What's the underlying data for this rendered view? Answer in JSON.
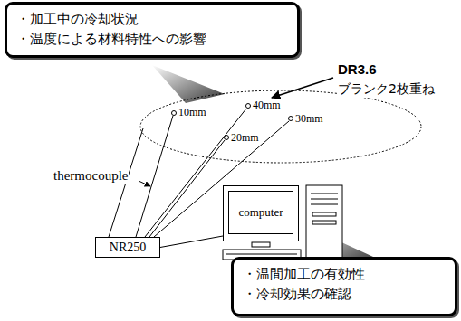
{
  "diagram": {
    "nodes": [
      {
        "text": [
          "・加工中の冷却状況",
          "・温度による材料特性への影響"
        ]
      },
      {
        "text": [
          "NR250"
        ]
      },
      {
        "text": [
          "computer"
        ]
      },
      {
        "text": [
          "・温間加工の有効性",
          "・冷却効果の確認"
        ]
      }
    ],
    "edges": [
      {
        "from": 1,
        "to": 2,
        "arrow": "none"
      }
    ],
    "labels": [
      "DR3.6",
      "ブランク2枚重ね",
      "10mm",
      "40mm",
      "30mm",
      "20mm",
      "thermocouple"
    ]
  }
}
